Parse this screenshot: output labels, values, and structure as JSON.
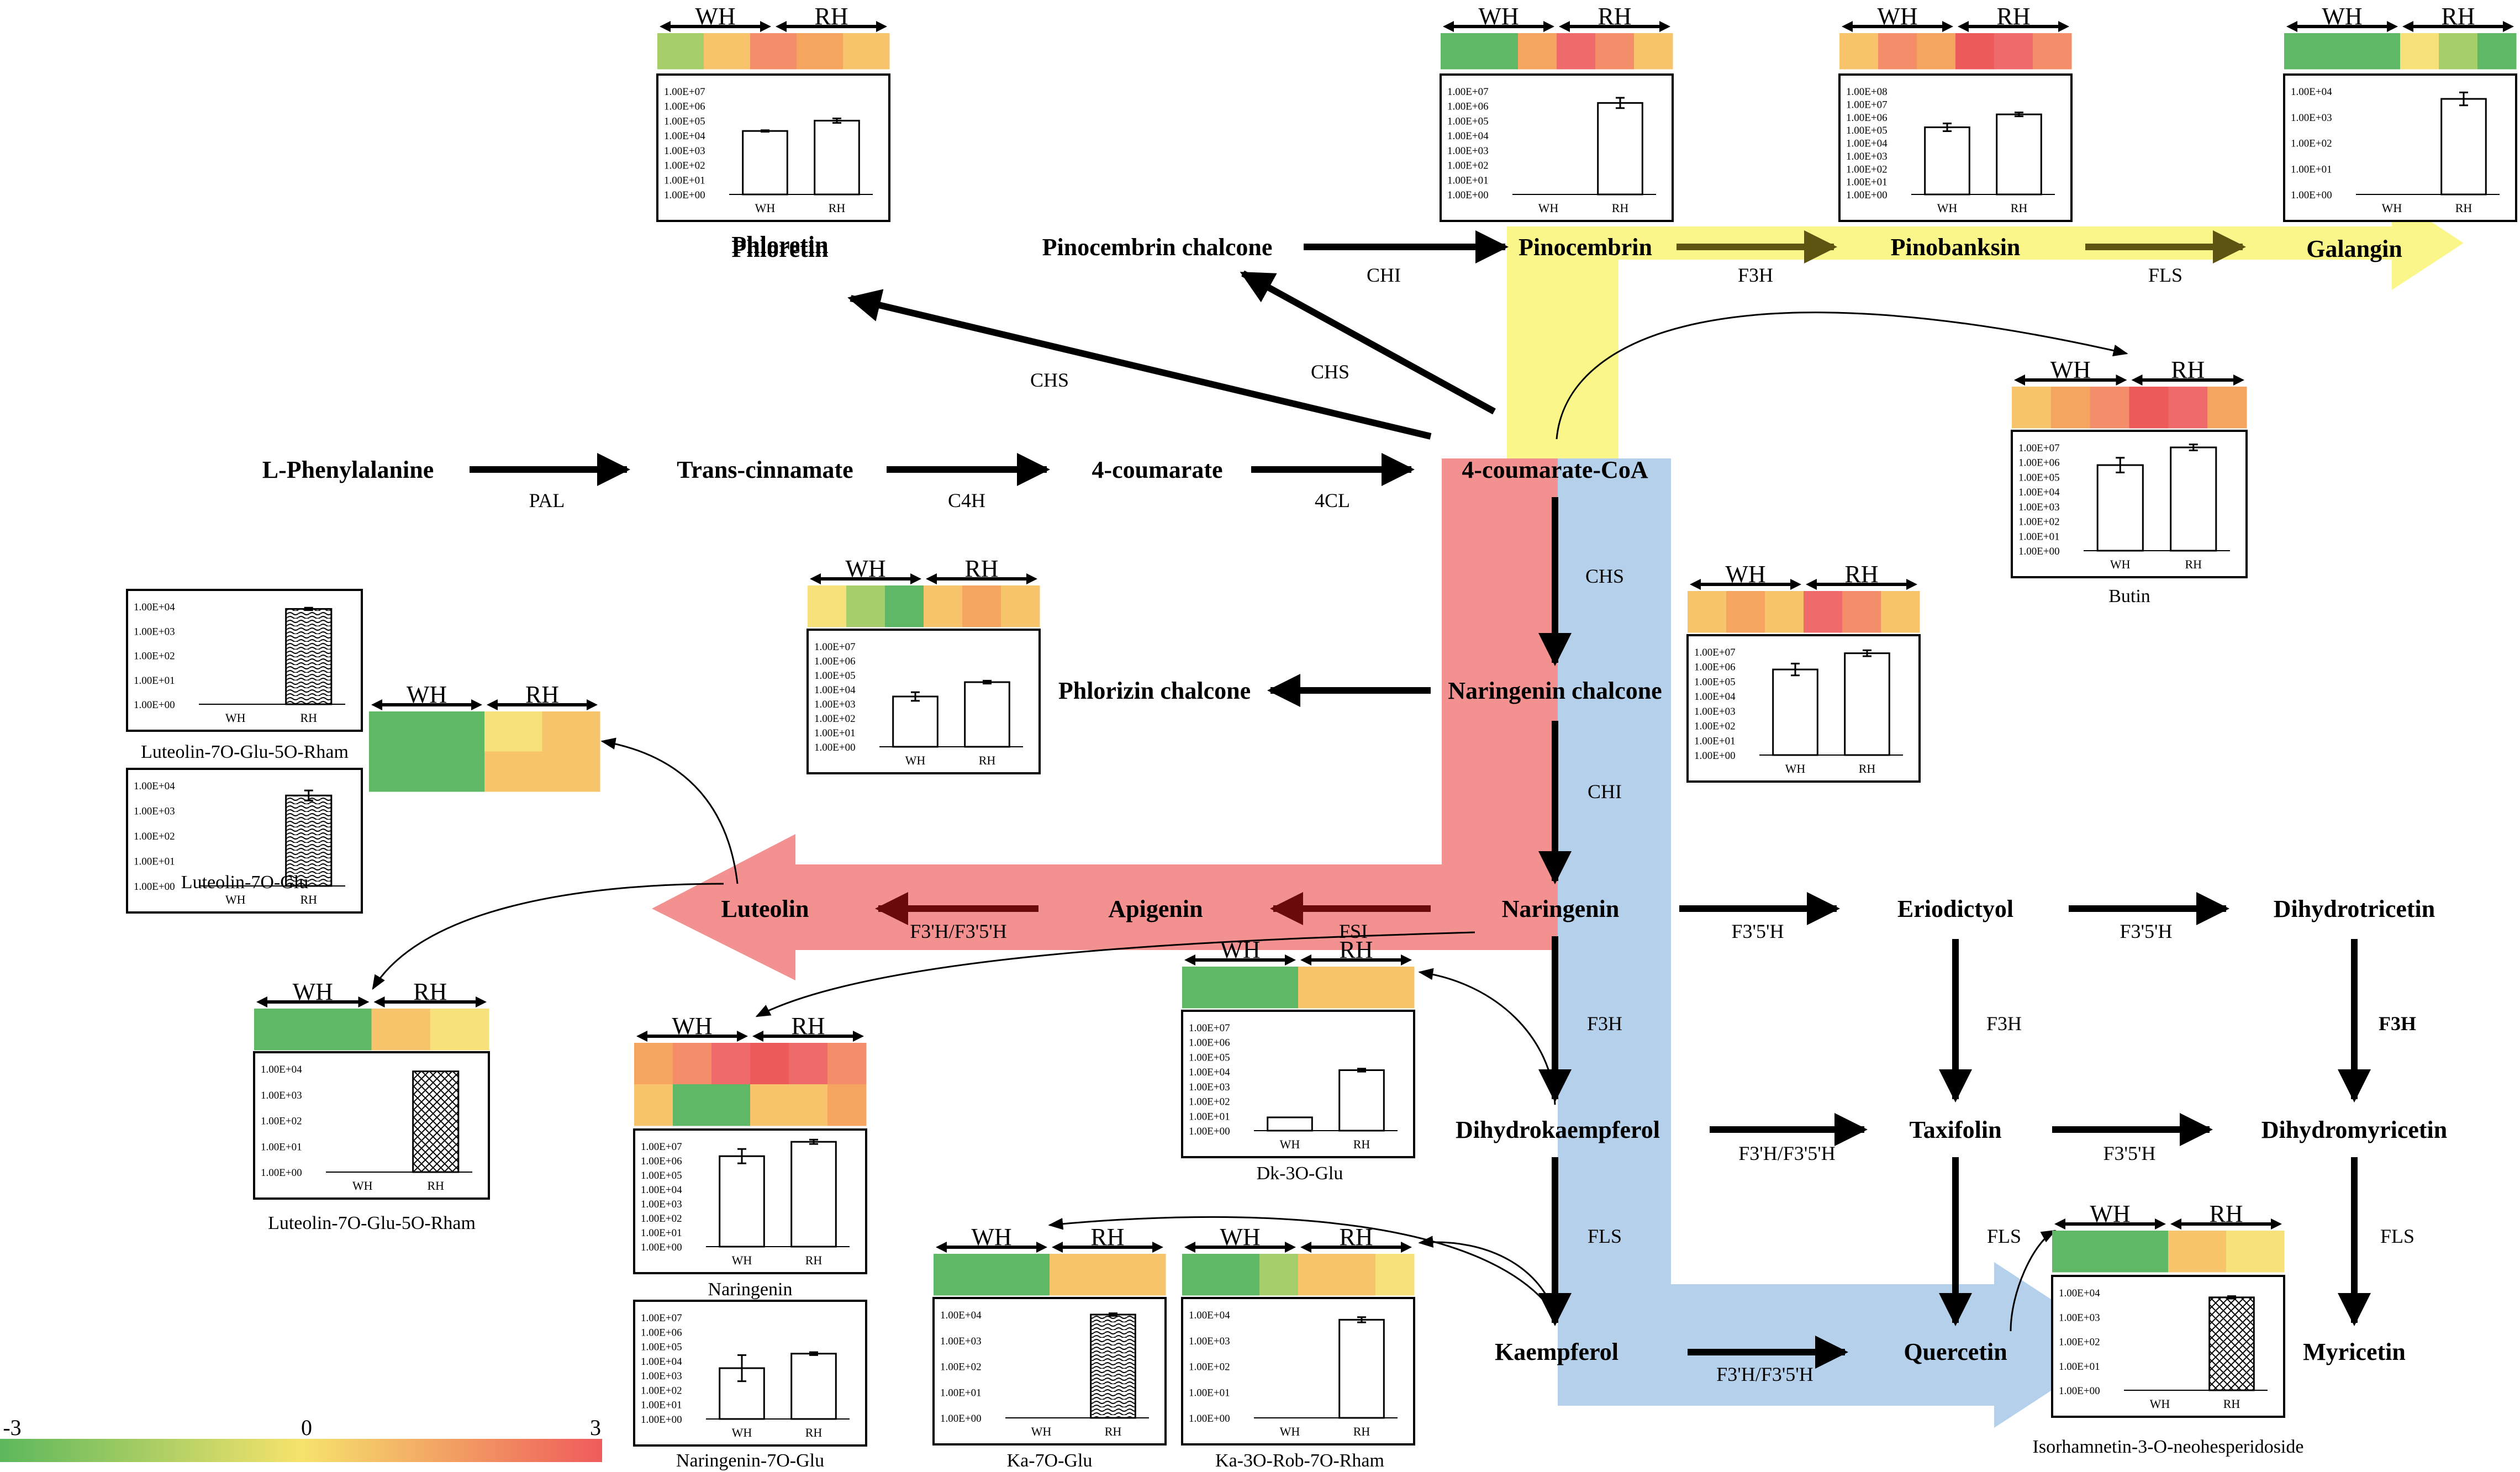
{
  "compounds": {
    "l_phenylalanine": "L-Phenylalanine",
    "trans_cinnamate": "Trans-cinnamate",
    "coumarate": "4-coumarate",
    "coumarate_coa": "4-coumarate-CoA",
    "phloretin": "Phloretin",
    "pinocembrin_chalcone": "Pinocembrin chalcone",
    "pinocembrin": "Pinocembrin",
    "pinobanksin": "Pinobanksin",
    "galangin": "Galangin",
    "phlorizin_chalcone": "Phlorizin chalcone",
    "naringenin_chalcone": "Naringenin chalcone",
    "naringenin": "Naringenin",
    "apigenin": "Apigenin",
    "luteolin": "Luteolin",
    "eriodictyol": "Eriodictyol",
    "dihydrotricetin": "Dihydrotricetin",
    "dihydrokaempferol": "Dihydrokaempferol",
    "taxifolin": "Taxifolin",
    "dihydromyricetin": "Dihydromyricetin",
    "kaempferol": "Kaempferol",
    "quercetin": "Quercetin",
    "myricetin": "Myricetin"
  },
  "enzymes": {
    "pal": "PAL",
    "c4h": "C4H",
    "fourcl": "4CL",
    "chs1": "CHS",
    "chs2": "CHS",
    "chs3": "CHS",
    "chi1": "CHI",
    "chi2": "CHI",
    "f3h1": "F3H",
    "fls1": "FLS",
    "fsi": "FSI",
    "f3h_f35h1": "F3'H/F3'5'H",
    "f35h1": "F3'5'H",
    "f35h2": "F3'5'H",
    "f35h3": "F3'5'H",
    "f3h2": "F3H",
    "f3h3": "F3H",
    "f3h4": "F3H",
    "f3h_f35h2": "F3'H/F3'5'H",
    "f3h_f35h3": "F3'H/F3'5'H",
    "fls2": "FLS",
    "fls3": "FLS",
    "fls4": "FLS"
  },
  "groups": {
    "wh": "WH",
    "rh": "RH"
  },
  "colorbar": {
    "min": "-3",
    "mid": "0",
    "max": "3",
    "colors": [
      "#5cb85c",
      "#f6e36c",
      "#ef5b5b"
    ]
  },
  "colors": {
    "yellow_band": "#faf68a",
    "red_band": "#f28b8b",
    "blue_band": "#b0cdea",
    "green": "#5fb865",
    "ltgreen": "#a6cf6b",
    "yellow": "#f7e17a",
    "ltorange": "#f7c46c",
    "orange": "#f6a561",
    "salmon": "#f38d6a",
    "red": "#ef6a6a",
    "dkred": "#ec5a5a"
  },
  "panels": [
    {
      "name": "Phloretin",
      "title": "Phloretin",
      "scale": [
        "1.00E+07",
        "1.00E+06",
        "1.00E+05",
        "1.00E+04",
        "1.00E+03",
        "1.00E+02",
        "1.00E+01",
        "1.00E+00"
      ],
      "values": [
        4.3,
        5.0
      ],
      "errors": [
        0.05,
        0.15
      ],
      "fill": "white",
      "heat": [
        [
          "ltgreen",
          "ltorange",
          "salmon",
          "orange",
          "ltorange"
        ]
      ]
    },
    {
      "name": "Pinocembrin",
      "title": "",
      "scale": [
        "1.00E+07",
        "1.00E+06",
        "1.00E+05",
        "1.00E+04",
        "1.00E+03",
        "1.00E+02",
        "1.00E+01",
        "1.00E+00"
      ],
      "values": [
        0,
        6.2
      ],
      "errors": [
        0,
        0.35
      ],
      "fill": "white",
      "heat": [
        [
          "green",
          "green",
          "orange",
          "red",
          "salmon",
          "ltorange"
        ]
      ]
    },
    {
      "name": "Pinobanksin",
      "title": "",
      "scale": [
        "1.00E+08",
        "1.00E+07",
        "1.00E+06",
        "1.00E+05",
        "1.00E+04",
        "1.00E+03",
        "1.00E+02",
        "1.00E+01",
        "1.00E+00"
      ],
      "values": [
        5.2,
        6.2
      ],
      "errors": [
        0.3,
        0.15
      ],
      "fill": "white",
      "heat": [
        [
          "ltorange",
          "salmon",
          "orange",
          "dkred",
          "red",
          "salmon"
        ]
      ]
    },
    {
      "name": "Galangin",
      "title": "",
      "scale": [
        "1.00E+04",
        "1.00E+03",
        "1.00E+02",
        "1.00E+01",
        "1.00E+00"
      ],
      "values": [
        0,
        3.7
      ],
      "errors": [
        0,
        0.25
      ],
      "fill": "white",
      "heat": [
        [
          "green",
          "green",
          "green",
          "yellow",
          "ltgreen",
          "green"
        ]
      ]
    },
    {
      "name": "Butin",
      "title": "Butin",
      "scale": [
        "1.00E+07",
        "1.00E+06",
        "1.00E+05",
        "1.00E+04",
        "1.00E+03",
        "1.00E+02",
        "1.00E+01",
        "1.00E+00"
      ],
      "values": [
        5.8,
        7.0
      ],
      "errors": [
        0.5,
        0.2
      ],
      "fill": "white",
      "heat": [
        [
          "ltorange",
          "orange",
          "salmon",
          "dkred",
          "red",
          "orange"
        ]
      ]
    },
    {
      "name": "Phlorizin",
      "title": "",
      "scale": [
        "1.00E+07",
        "1.00E+06",
        "1.00E+05",
        "1.00E+04",
        "1.00E+03",
        "1.00E+02",
        "1.00E+01",
        "1.00E+00"
      ],
      "values": [
        3.5,
        4.5
      ],
      "errors": [
        0.3,
        0.1
      ],
      "fill": "white",
      "heat": [
        [
          "yellow",
          "ltgreen",
          "green",
          "ltorange",
          "orange",
          "ltorange"
        ]
      ]
    },
    {
      "name": "NarChalcone",
      "title": "",
      "scale": [
        "1.00E+07",
        "1.00E+06",
        "1.00E+05",
        "1.00E+04",
        "1.00E+03",
        "1.00E+02",
        "1.00E+01",
        "1.00E+00"
      ],
      "values": [
        5.8,
        6.9
      ],
      "errors": [
        0.4,
        0.2
      ],
      "fill": "white",
      "heat": [
        [
          "ltorange",
          "orange",
          "ltorange",
          "red",
          "salmon",
          "ltorange"
        ]
      ]
    },
    {
      "name": "LutGluRham1",
      "title": "Luteolin-7O-Glu-5O-Rham",
      "scale": [
        "1.00E+04",
        "1.00E+03",
        "1.00E+02",
        "1.00E+01",
        "1.00E+00"
      ],
      "values": [
        0,
        3.9
      ],
      "errors": [
        0,
        0.05
      ],
      "fill": "wavy",
      "heat": []
    },
    {
      "name": "LutGlu",
      "title": "Luteolin-7O-Glu",
      "scale": [
        "1.00E+04",
        "1.00E+03",
        "1.00E+02",
        "1.00E+01",
        "1.00E+00"
      ],
      "values": [
        0,
        3.6
      ],
      "errors": [
        0,
        0.2
      ],
      "fill": "wavy",
      "heat": []
    },
    {
      "name": "LutHeat",
      "title": "",
      "scale": [],
      "values": [],
      "errors": [],
      "fill": "white",
      "heat": [
        [
          "green",
          "green",
          "yellow",
          "ltorange"
        ],
        [
          "green",
          "green",
          "ltorange",
          "ltorange"
        ]
      ]
    },
    {
      "name": "LutGluRham2",
      "title": "Luteolin-7O-Glu-5O-Rham",
      "scale": [
        "1.00E+04",
        "1.00E+03",
        "1.00E+02",
        "1.00E+01",
        "1.00E+00"
      ],
      "values": [
        0,
        3.9
      ],
      "errors": [
        0,
        0
      ],
      "fill": "cross",
      "heat": [
        [
          "green",
          "green",
          "ltorange",
          "yellow"
        ]
      ]
    },
    {
      "name": "Naringenin",
      "title": "Naringenin",
      "scale": [
        "1.00E+07",
        "1.00E+06",
        "1.00E+05",
        "1.00E+04",
        "1.00E+03",
        "1.00E+02",
        "1.00E+01",
        "1.00E+00"
      ],
      "values": [
        6.3,
        7.3
      ],
      "errors": [
        0.5,
        0.15
      ],
      "fill": "white",
      "heat": [
        [
          "orange",
          "salmon",
          "red",
          "dkred",
          "red",
          "salmon"
        ],
        [
          "ltorange",
          "green",
          "green",
          "ltorange",
          "ltorange",
          "orange"
        ]
      ]
    },
    {
      "name": "NarGlu",
      "title": "Naringenin-7O-Glu",
      "scale": [
        "1.00E+07",
        "1.00E+06",
        "1.00E+05",
        "1.00E+04",
        "1.00E+03",
        "1.00E+02",
        "1.00E+01",
        "1.00E+00"
      ],
      "values": [
        3.5,
        4.5
      ],
      "errors": [
        0.9,
        0.1
      ],
      "fill": "white",
      "heat": []
    },
    {
      "name": "Dk3OGlu",
      "title": "Dk-3O-Glu",
      "scale": [
        "1.00E+07",
        "1.00E+06",
        "1.00E+05",
        "1.00E+04",
        "1.00E+03",
        "1.00E+02",
        "1.00E+01",
        "1.00E+00"
      ],
      "values": [
        0.9,
        4.1
      ],
      "errors": [
        0,
        0.1
      ],
      "fill": "white",
      "heat": [
        [
          "green",
          "green",
          "green",
          "ltorange",
          "ltorange",
          "ltorange"
        ]
      ]
    },
    {
      "name": "Ka7OGlu",
      "title": "Ka-7O-Glu",
      "scale": [
        "1.00E+04",
        "1.00E+03",
        "1.00E+02",
        "1.00E+01",
        "1.00E+00"
      ],
      "values": [
        0,
        4.0
      ],
      "errors": [
        0,
        0.05
      ],
      "fill": "wavy",
      "heat": [
        [
          "green",
          "green",
          "ltorange",
          "ltorange"
        ]
      ]
    },
    {
      "name": "Ka3ORob",
      "title": "Ka-3O-Rob-7O-Rham",
      "scale": [
        "1.00E+04",
        "1.00E+03",
        "1.00E+02",
        "1.00E+01",
        "1.00E+00"
      ],
      "values": [
        0,
        3.8
      ],
      "errors": [
        0,
        0.1
      ],
      "fill": "white",
      "heat": [
        [
          "green",
          "green",
          "ltgreen",
          "ltorange",
          "ltorange",
          "yellow"
        ]
      ]
    },
    {
      "name": "Isorham",
      "title": "Isorhamnetin-3-O-neohesperidoside",
      "scale": [
        "1.00E+04",
        "1.00E+03",
        "1.00E+02",
        "1.00E+01",
        "1.00E+00"
      ],
      "values": [
        0,
        3.8
      ],
      "errors": [
        0,
        0.05
      ],
      "fill": "cross",
      "heat": [
        [
          "green",
          "green",
          "ltorange",
          "yellow"
        ]
      ]
    }
  ]
}
